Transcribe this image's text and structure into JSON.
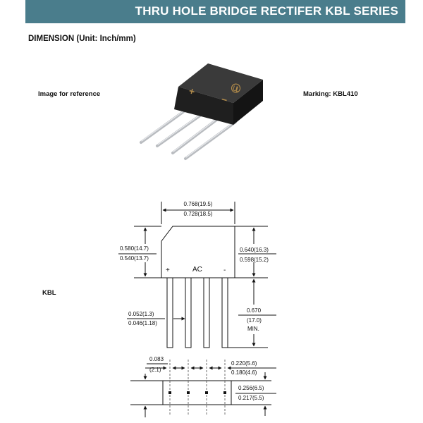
{
  "header": {
    "title": "THRU HOLE BRIDGE RECTIFER KBL SERIES"
  },
  "section": {
    "title": "DIMENSION (Unit: Inch/mm)"
  },
  "reference": {
    "label": "Image for reference",
    "plus_mark": "+",
    "minus_mark": "−"
  },
  "marking": {
    "label": "Marking: KBL410"
  },
  "package": {
    "label": "KBL"
  },
  "drawing": {
    "polarity_plus": "+",
    "polarity_ac": "AC",
    "polarity_minus": "-",
    "width_max": "0.768(19.5)",
    "width_min": "0.728(18.5)",
    "body_left_max": "0.580(14.7)",
    "body_left_min": "0.540(13.7)",
    "body_right_max": "0.640(16.3)",
    "body_right_min": "0.598(15.2)",
    "lead_len": "0.670",
    "lead_len_mm": "(17.0)",
    "lead_len_note": "MIN.",
    "lead_w_max": "0.052(1.3)",
    "lead_w_min": "0.046(1.18)",
    "pitch_end": "0.083",
    "pitch_end_mm": "(2.1)",
    "pitch_max": "0.220(5.6)",
    "pitch_min": "0.180(4.6)",
    "thick_max": "0.256(6.5)",
    "thick_min": "0.217(5.5)"
  }
}
